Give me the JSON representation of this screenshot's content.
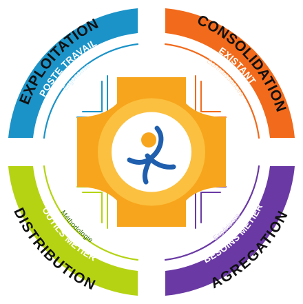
{
  "colors": {
    "blue": "#1b93c8",
    "orange": "#f26a1b",
    "lime": "#b5d313",
    "purple": "#6a39a4",
    "center_gold": "#f7a51c",
    "center_light": "#fbc03f",
    "figure_blue": "#1f5fae",
    "figure_gold": "#f7a51c"
  },
  "quadrants": {
    "top_left": {
      "outer": "EXPLOITATION",
      "band": "POSTE TRAVAIL",
      "sub": "Ergonomie",
      "color": "blue"
    },
    "top_right": {
      "outer": "CONSOLIDATION",
      "band": "EXISTANT",
      "sub": "Connaissances",
      "color": "orange"
    },
    "bottom_left": {
      "outer": "DISTRIBUTION",
      "band": "OUTILS METIER",
      "sub": "Méthodologie",
      "color": "lime"
    },
    "bottom_right": {
      "outer": "AGREGATION",
      "band": "BESOINS METIER",
      "sub": "Expérience",
      "color": "purple"
    }
  },
  "center": {
    "icon": "person-figure-icon"
  }
}
